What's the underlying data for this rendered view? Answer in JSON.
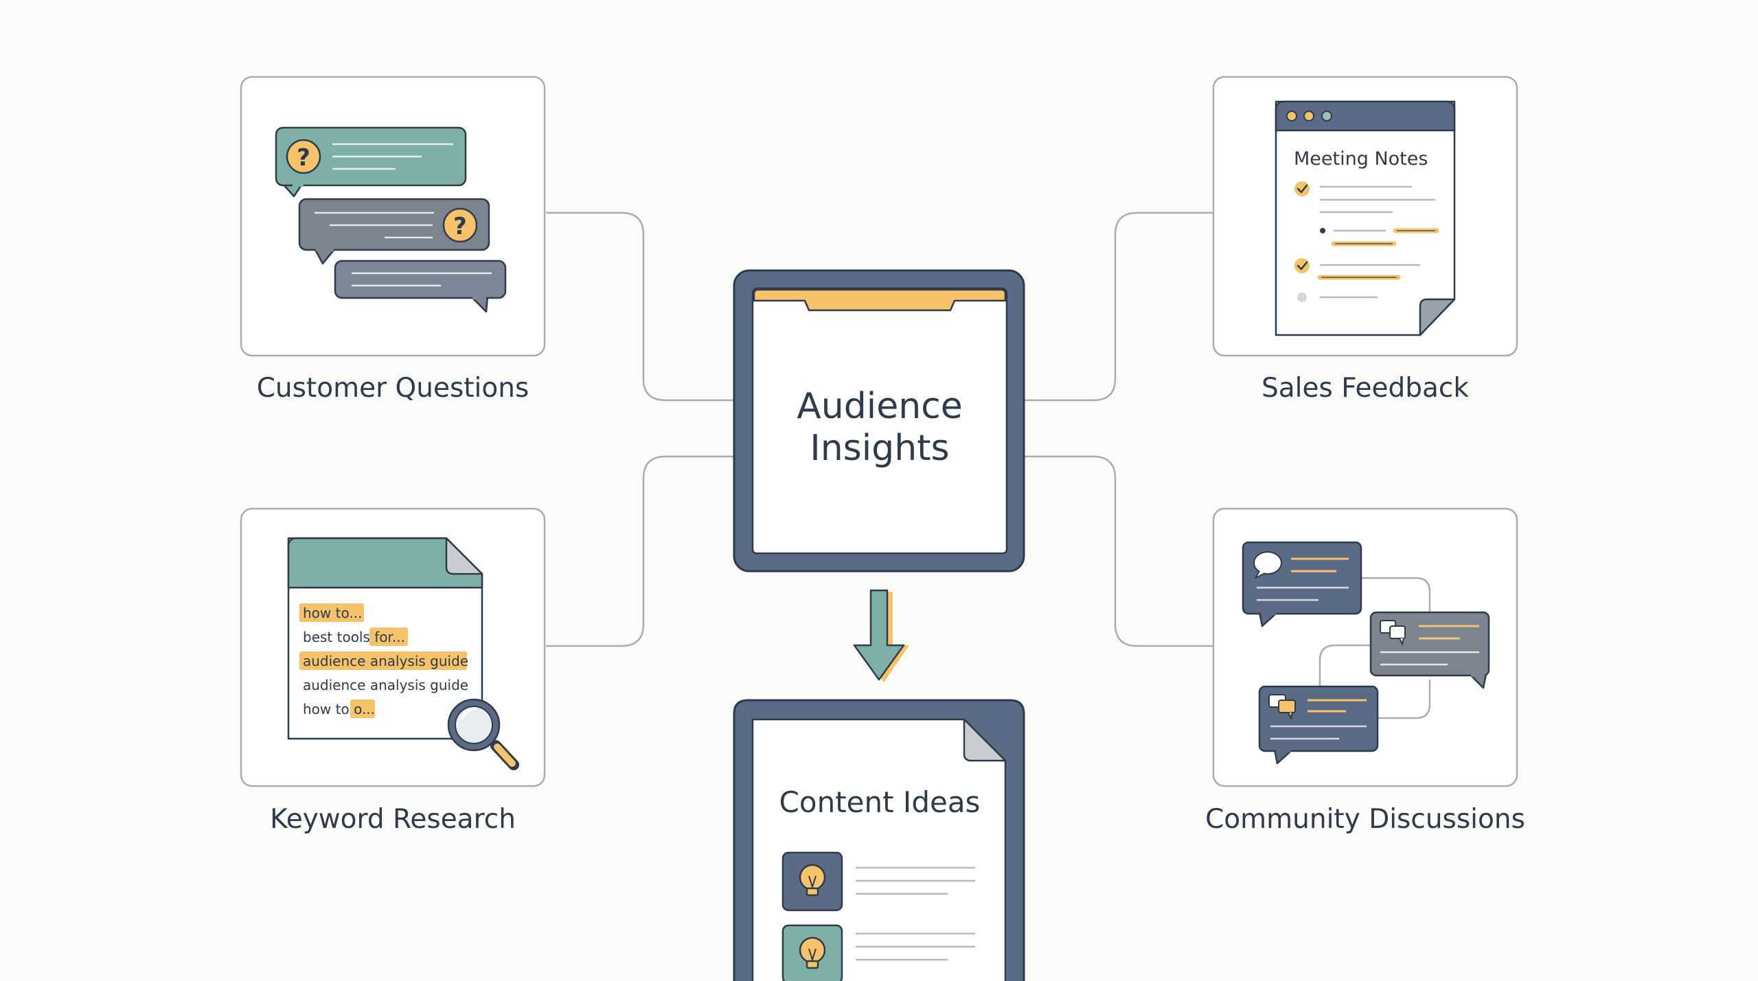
{
  "colors": {
    "background": "#fbfbfa",
    "card_border": "#a9adb3",
    "slate": "#5b6b85",
    "teal": "#7fb0a8",
    "gray": "#7b848f",
    "accent": "#f6c36b",
    "text": "#2f3a4a"
  },
  "center": {
    "title_line1": "Audience",
    "title_line2": "Insights"
  },
  "output": {
    "title": "Content Ideas",
    "icons": [
      "lightbulb-icon",
      "lightbulb-icon"
    ]
  },
  "sources": {
    "customer_questions": {
      "label": "Customer Questions",
      "icons": [
        "question-icon",
        "question-icon"
      ]
    },
    "sales_feedback": {
      "label": "Sales Feedback",
      "doc_title": "Meeting Notes"
    },
    "keyword_research": {
      "label": "Keyword Research",
      "queries": [
        {
          "plain": "",
          "highlight": "how to..."
        },
        {
          "plain": "best tools ",
          "highlight": "for..."
        },
        {
          "plain": "",
          "highlight": "audience analysis guide"
        },
        {
          "plain": "audience analysis guide",
          "highlight": ""
        },
        {
          "plain": "how to ",
          "highlight": "o..."
        }
      ]
    },
    "community_discussions": {
      "label": "Community Discussions"
    }
  }
}
